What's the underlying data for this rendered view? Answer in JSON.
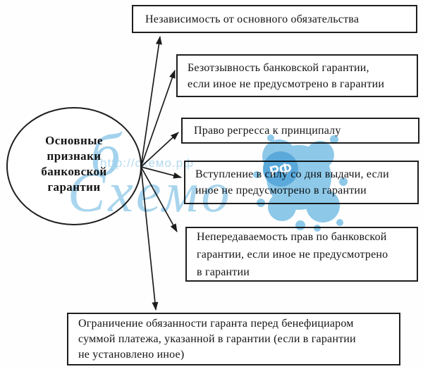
{
  "diagram": {
    "center": {
      "text": "Основные\nпризнаки\nбанковской\nгарантии"
    },
    "features": [
      {
        "text": "Независимость от основного обязательства"
      },
      {
        "text": "Безотзывность банковской гарантии,\nесли иное не предусмотрено в гарантии"
      },
      {
        "text": "Право регресса к принципалу"
      },
      {
        "text": "Вступление в силу со дня выдачи, если\nиное не предусмотрено в гарантии"
      },
      {
        "text": "Непередаваемость прав по банковской\nгарантии, если иное не предусмотрено\nв гарантии"
      },
      {
        "text": "Ограничение обязанности гаранта перед бенефициаром\nсуммой платежа, указанной в гарантии (если в гарантии\nне установлено иное)"
      }
    ],
    "watermark": {
      "letter": "б",
      "word": "Схемо",
      "url": "http://схемо.рф",
      "badge": "РФ",
      "blue": "#8cc7e8",
      "splash_blue": "#7fc2e6",
      "badge_blue": "#459ed6"
    },
    "colors": {
      "line": "#1c1c1c",
      "background": "#fefefe"
    }
  }
}
